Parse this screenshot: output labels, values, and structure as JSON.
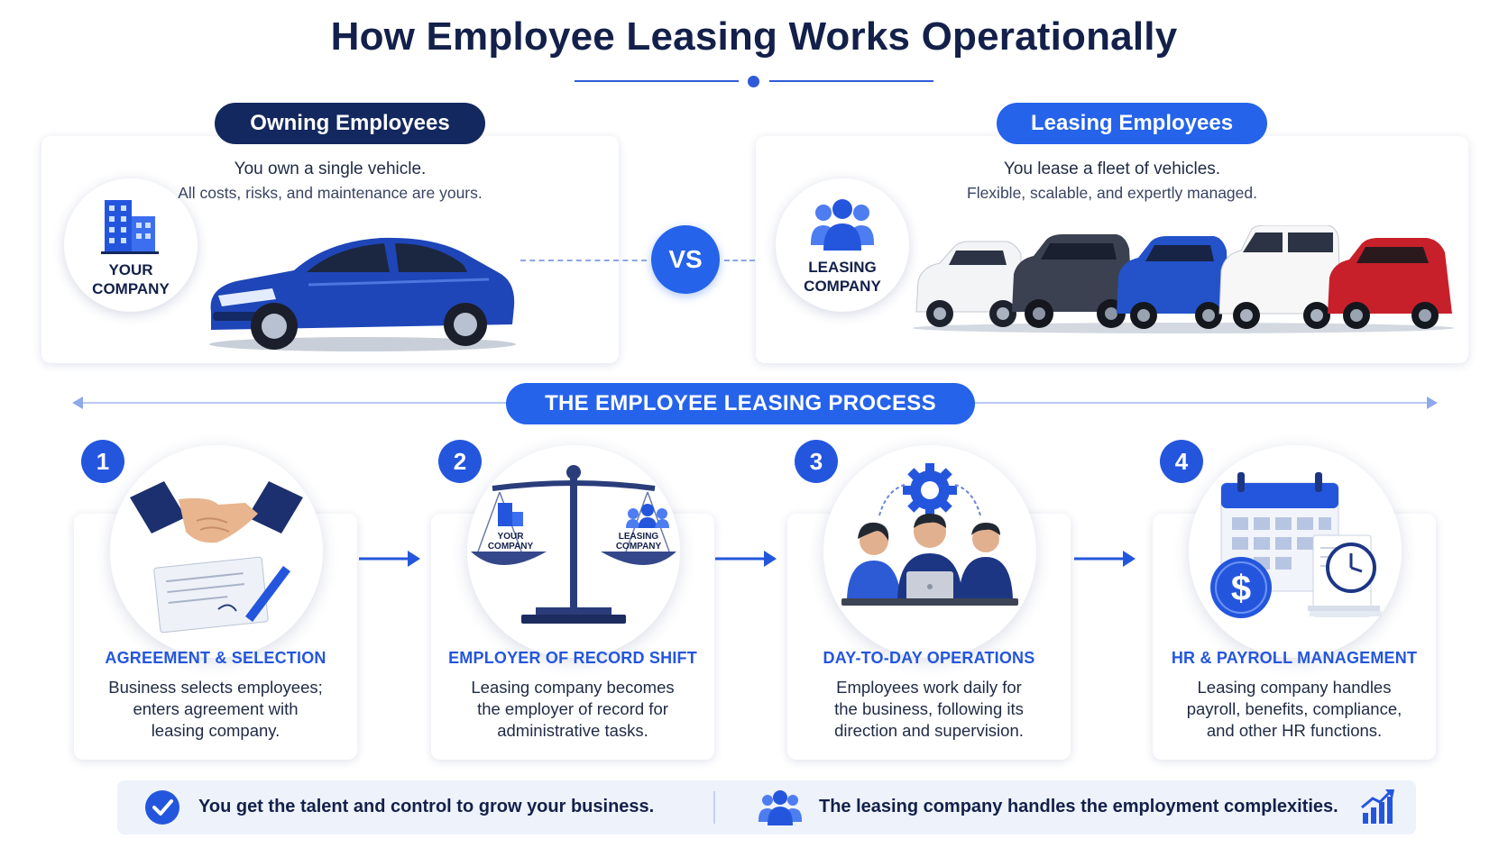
{
  "title": "How Employee Leasing Works Operationally",
  "comparison": {
    "owning": {
      "pill": "Owning Employees",
      "line1": "You own a single vehicle.",
      "line2": "All costs, risks, and maintenance are yours.",
      "badge_line1": "YOUR",
      "badge_line2": "COMPANY",
      "badge_icon": "building-icon",
      "image": "blue-sedan"
    },
    "vs": "VS",
    "leasing": {
      "pill": "Leasing Employees",
      "line1": "You lease a fleet of vehicles.",
      "line2": "Flexible, scalable, and expertly managed.",
      "badge_line1": "LEASING",
      "badge_line2": "COMPANY",
      "badge_icon": "people-group-icon",
      "image": "vehicle-fleet"
    }
  },
  "process": {
    "heading": "THE EMPLOYEE LEASING PROCESS",
    "steps": [
      {
        "number": "1",
        "title": "AGREEMENT & SELECTION",
        "desc": [
          "Business selects employees;",
          "enters agreement with",
          "leasing company."
        ],
        "icon": "handshake-contract-icon"
      },
      {
        "number": "2",
        "title": "EMPLOYER OF RECORD SHIFT",
        "desc": [
          "Leasing company becomes",
          "the employer of record for",
          "administrative tasks."
        ],
        "icon": "balance-scale-icon",
        "scale_left_l1": "YOUR",
        "scale_left_l2": "COMPANY",
        "scale_right_l1": "LEASING",
        "scale_right_l2": "COMPANY"
      },
      {
        "number": "3",
        "title": "DAY-TO-DAY OPERATIONS",
        "desc": [
          "Employees work daily for",
          "the business, following its",
          "direction and supervision."
        ],
        "icon": "team-gear-icon"
      },
      {
        "number": "4",
        "title": "HR & PAYROLL MANAGEMENT",
        "desc": [
          "Leasing company handles",
          "payroll, benefits, compliance,",
          "and other HR functions."
        ],
        "icon": "calendar-payroll-icon"
      }
    ]
  },
  "footer": {
    "left": "You get the talent and control to grow your business.",
    "right": "The leasing company handles the employment complexities.",
    "left_icon": "check-circle-icon",
    "right_icon": "people-group-icon",
    "end_icon": "growth-chart-icon"
  },
  "colors": {
    "navy": "#13285e",
    "blue": "#2563eb",
    "step_blue": "#2456dd",
    "footer_bg": "#eef2fb"
  }
}
